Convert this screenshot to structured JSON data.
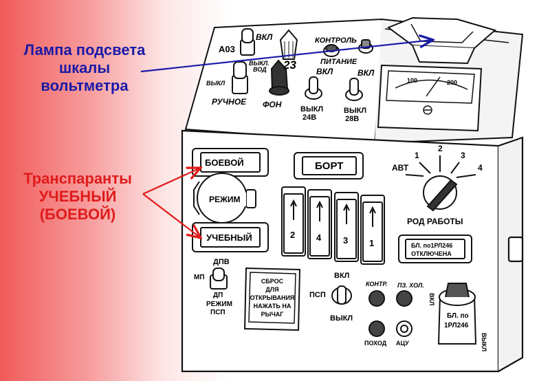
{
  "callouts": {
    "lamp": {
      "lines": [
        "Лампа подсвета",
        "шкалы",
        "вольтметра"
      ],
      "color": "#1a1aa8"
    },
    "transparency": {
      "lines": [
        "Транспаранты",
        "УЧЕБНЫЙ",
        "(БОЕВОЙ)"
      ],
      "color": "#e01b1b"
    }
  },
  "top_panel": {
    "a03": "А03",
    "vkl1": "ВКЛ",
    "vykl_vod_1": "ВЫКЛ.",
    "vykl_vod_2": "ВОД",
    "knob23": "23",
    "kontrol": "КОНТРОЛЬ",
    "pitanie": "ПИТАНИЕ",
    "vkl2": "ВКЛ",
    "vkl3": "ВКЛ",
    "vykl_left": "ВЫКЛ",
    "ruchnoe": "РУЧНОЕ",
    "fon": "ФОН",
    "vykl24_1": "ВЫКЛ",
    "vykl24_2": "24В",
    "vykl28_1": "ВЫКЛ",
    "vykl28_2": "28В"
  },
  "voltmeter": {
    "scale_left": "100",
    "scale_right": "200"
  },
  "front_panel": {
    "boevoy": "БОЕВОЙ",
    "uchebny": "УЧЕБНЫЙ",
    "rezhim": "РЕЖИМ",
    "bort": "БОРТ",
    "slots": [
      "2",
      "4",
      "3",
      "1"
    ],
    "dial": {
      "avt": "АВТ",
      "n1": "1",
      "n2": "2",
      "n3": "3",
      "n4": "4",
      "caption": "РОД РАБОТЫ"
    },
    "indicator": {
      "line1": "БЛ. по1РЛ246",
      "line2": "ОТКЛЮЧЕНА"
    },
    "dpv": "ДПВ",
    "mp": "МП",
    "dp": "ДП",
    "rezhim_psp_1": "РЕЖИМ",
    "rezhim_psp_2": "ПСП",
    "reset_box": [
      "СБРОС",
      "ДЛЯ",
      "ОТКРЫВАНИЯ",
      "НАЖАТЬ НА",
      "РЫЧАГ"
    ],
    "psp": "ПСП",
    "vkl": "ВКЛ",
    "vykl": "ВЫКЛ",
    "kontr": "КОНТР.",
    "pz_hol": "ПЗ. ХОЛ.",
    "pohod": "ПОХОД",
    "acu": "АЦУ",
    "bl_plug_1": "БЛ. по",
    "bl_plug_2": "1РЛ246",
    "vkl_vertical": "ВКЛ",
    "vykl_vertical": "ВЫКЛ"
  }
}
